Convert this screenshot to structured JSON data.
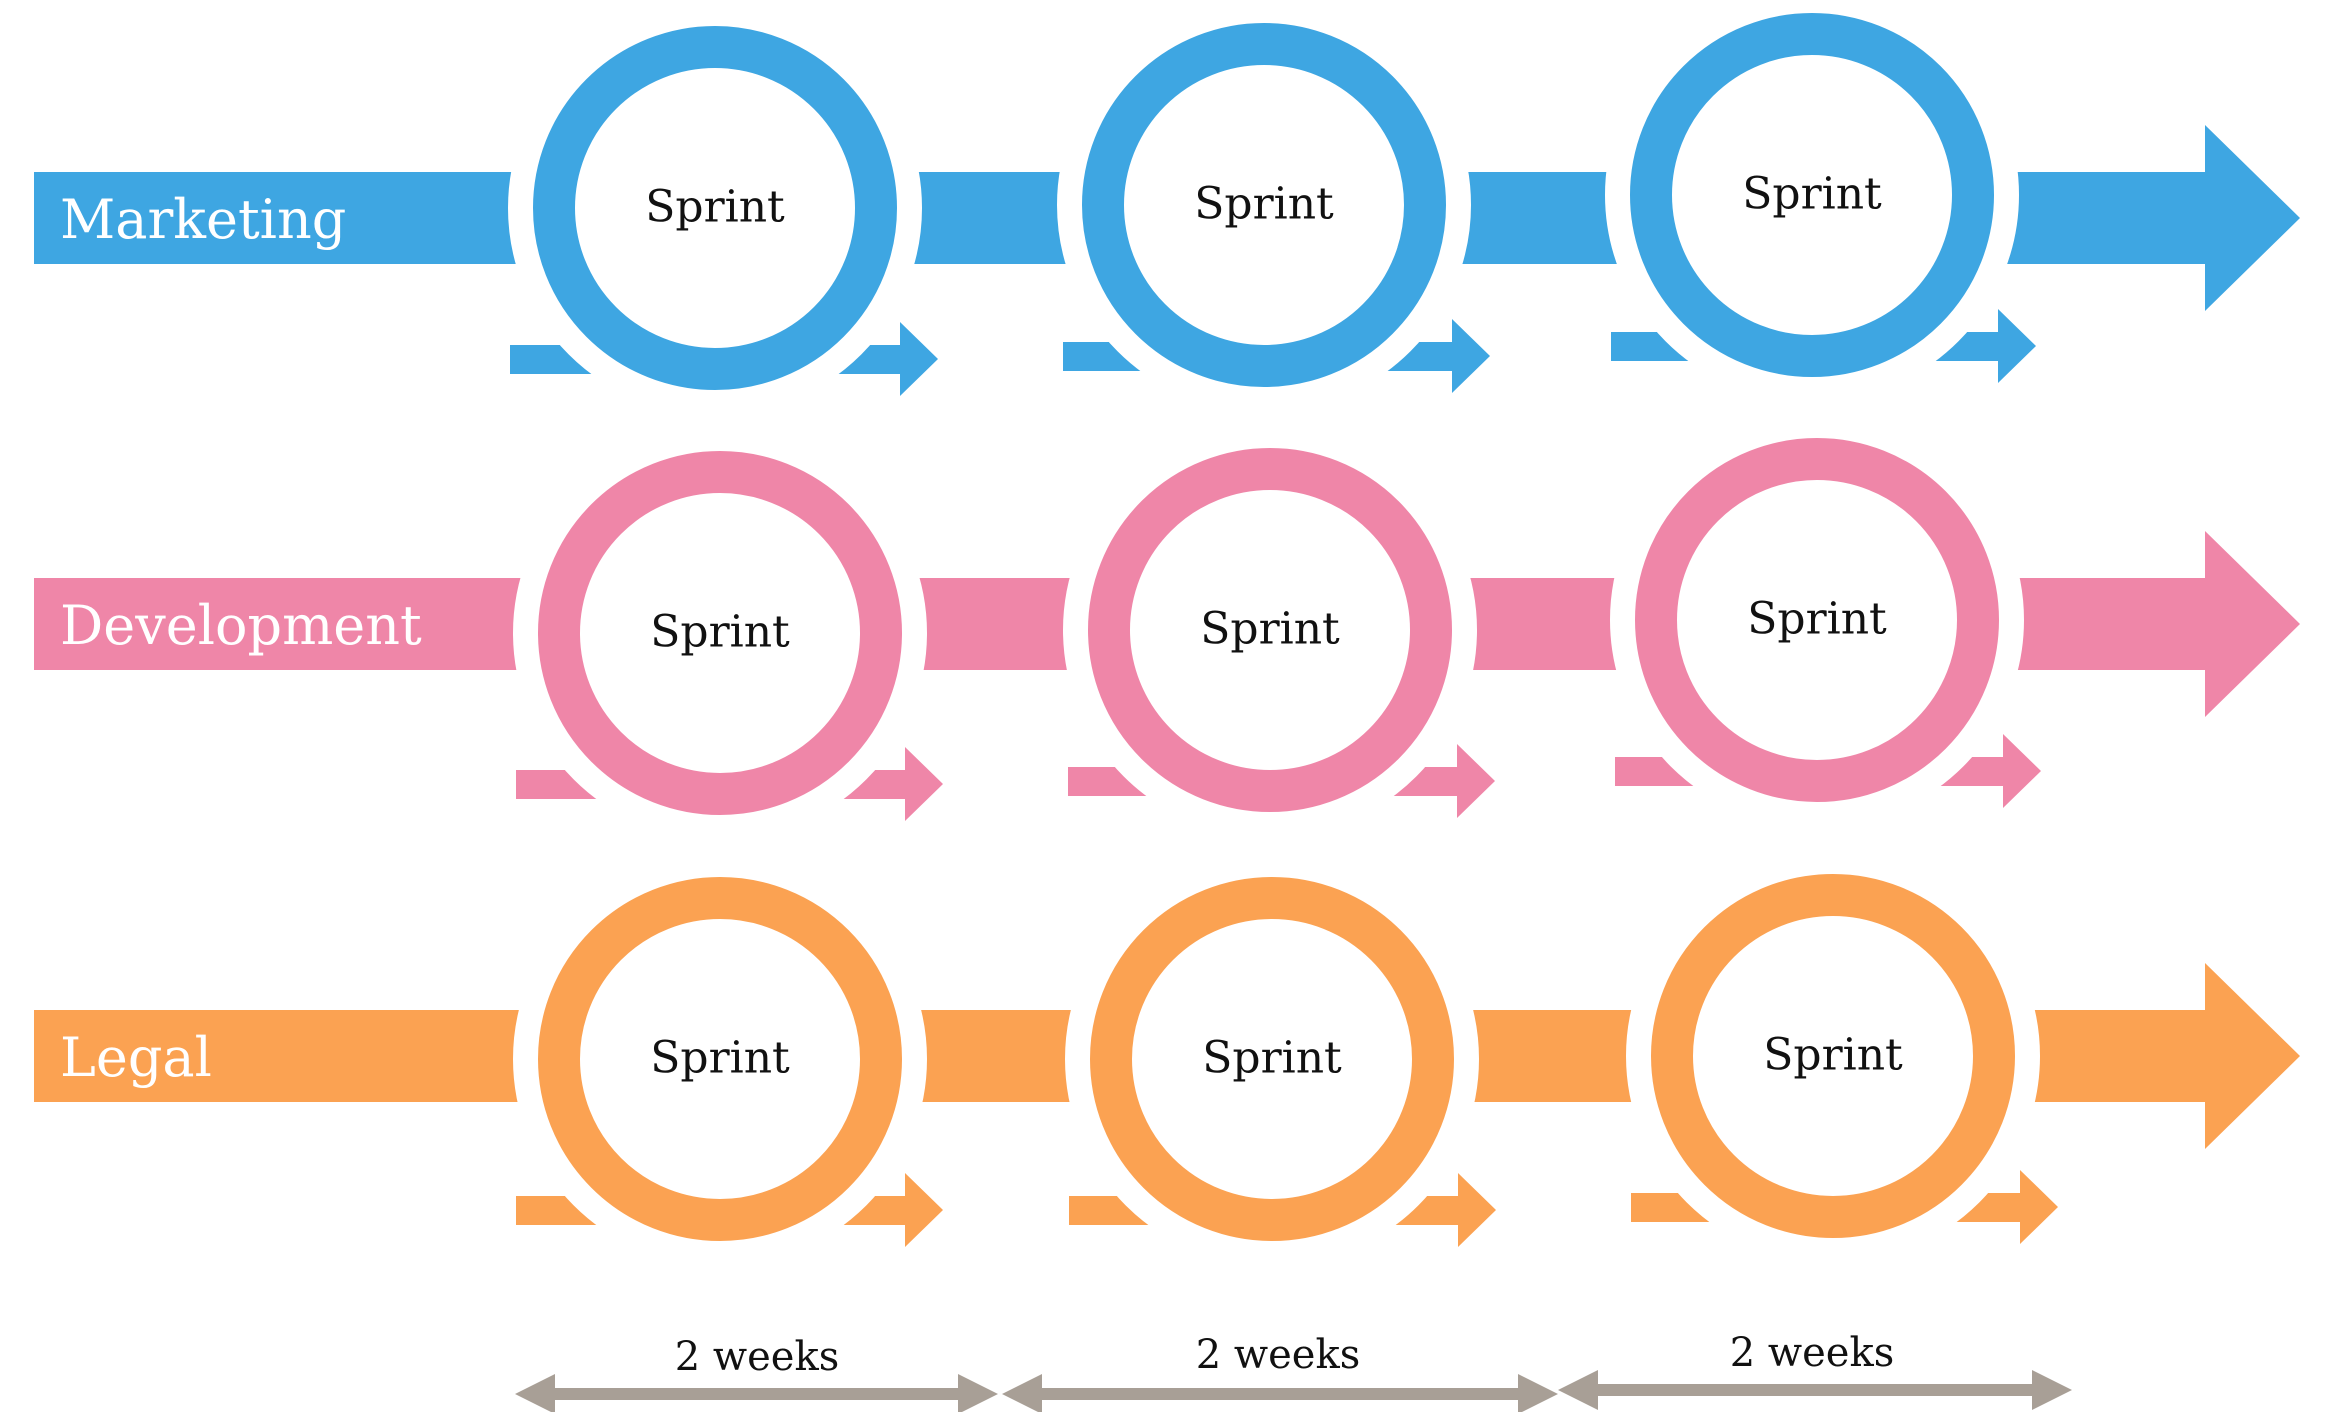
{
  "lanes": [
    {
      "label": "Marketing",
      "color": "#3ea6e2",
      "sprints": [
        "Sprint",
        "Sprint",
        "Sprint"
      ]
    },
    {
      "label": "Development",
      "color": "#ef86a8",
      "sprints": [
        "Sprint",
        "Sprint",
        "Sprint"
      ]
    },
    {
      "label": "Legal",
      "color": "#fba252",
      "sprints": [
        "Sprint",
        "Sprint",
        "Sprint"
      ]
    }
  ],
  "timeline": {
    "color": "#a89f96",
    "durations": [
      "2 weeks",
      "2 weeks",
      "2 weeks"
    ]
  }
}
